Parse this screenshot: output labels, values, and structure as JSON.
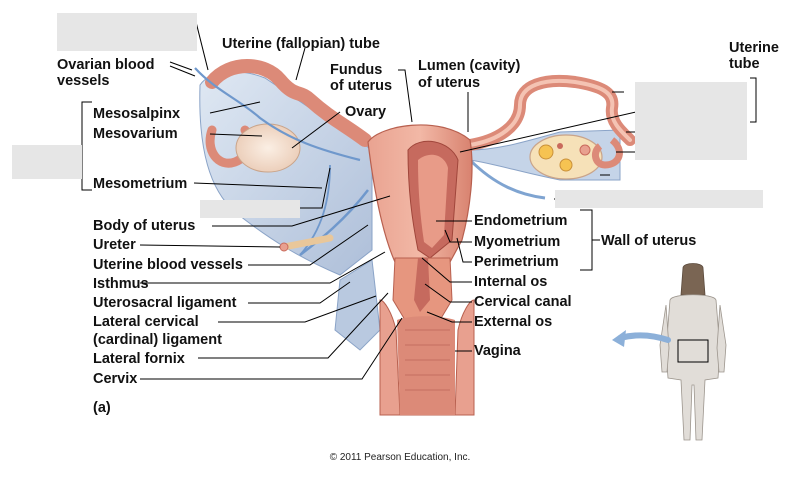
{
  "labels": {
    "uterine_fallopian_tube": "Uterine (fallopian) tube",
    "uterine_tube_1": "Uterine",
    "uterine_tube_2": "tube",
    "ovarian_vessels_1": "Ovarian blood",
    "ovarian_vessels_2": "vessels",
    "fundus_1": "Fundus",
    "fundus_2": "of uterus",
    "lumen_1": "Lumen (cavity)",
    "lumen_2": "of uterus",
    "mesosalpinx": "Mesosalpinx",
    "mesovarium": "Mesovarium",
    "ovary": "Ovary",
    "mesometrium": "Mesometrium",
    "body_of_uterus": "Body of uterus",
    "ureter": "Ureter",
    "uterine_blood_vessels": "Uterine blood vessels",
    "isthmus": "Isthmus",
    "uterosacral_ligament": "Uterosacral ligament",
    "lateral_cervical_1": "Lateral cervical",
    "lateral_cervical_2": "(cardinal) ligament",
    "lateral_fornix": "Lateral fornix",
    "cervix": "Cervix",
    "panel": "(a)",
    "endometrium": "Endometrium",
    "myometrium": "Myometrium",
    "perimetrium": "Perimetrium",
    "wall_of_uterus": "Wall of uterus",
    "internal_os": "Internal os",
    "cervical_canal": "Cervical canal",
    "external_os": "External os",
    "vagina": "Vagina"
  },
  "copyright": "© 2011 Pearson Education, Inc.",
  "colors": {
    "uterus_pink": "#e8a08f",
    "uterus_dark": "#c96a5c",
    "ligament_blue": "#c5d4e8",
    "vessel_blue": "#6f98cc",
    "ovary": "#f1d9c6",
    "blank_box": "#e6e6e6"
  }
}
